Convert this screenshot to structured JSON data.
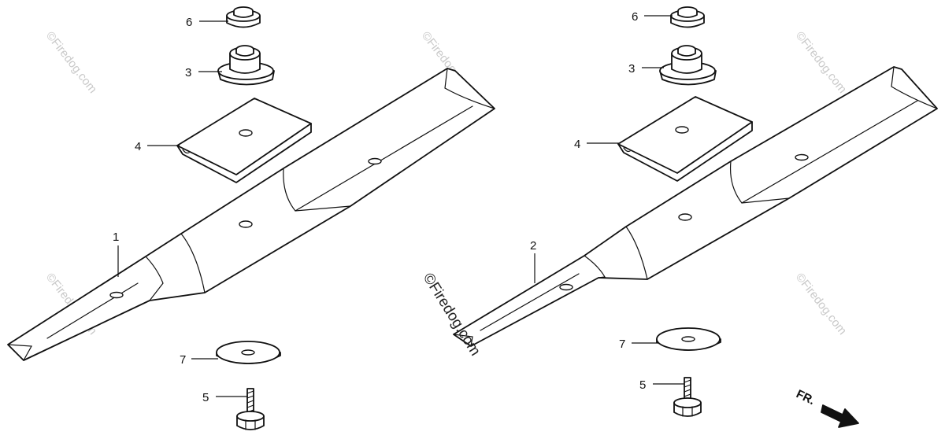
{
  "watermark": {
    "text": "©Firedog.com"
  },
  "callouts": {
    "blade_1": "1",
    "blade_2": "2",
    "bushing": "3",
    "plate": "4",
    "bolt": "5",
    "nut": "6",
    "washer": "7"
  },
  "direction": {
    "label": "FR."
  },
  "colors": {
    "line": "#111111",
    "watermark": "#c9c9c9",
    "background": "#ffffff"
  }
}
